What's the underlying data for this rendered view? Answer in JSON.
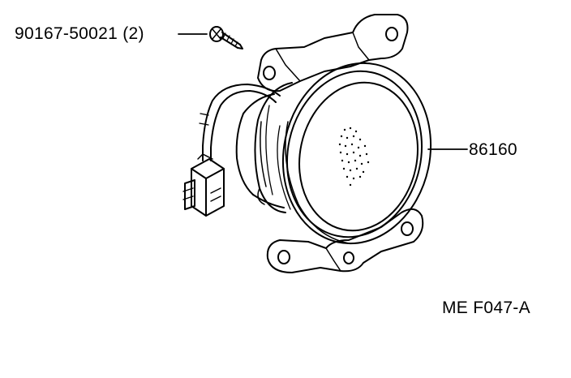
{
  "diagram": {
    "callouts": [
      {
        "id": "screw",
        "label": "90167-50021 (2)"
      },
      {
        "id": "fog-lamp",
        "label": "86160"
      }
    ],
    "figure_code": "ME F047-A"
  },
  "colors": {
    "ink": "#000000",
    "paper": "#ffffff"
  }
}
